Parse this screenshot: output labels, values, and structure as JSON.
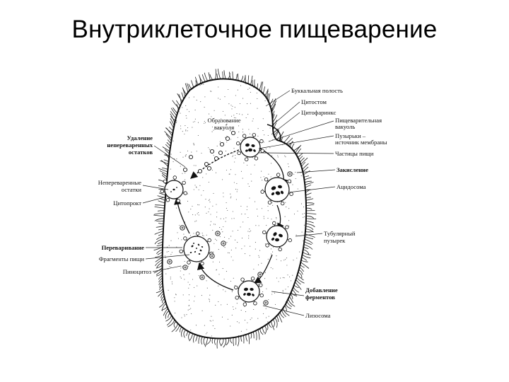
{
  "title": "Внутриклеточное пищеварение",
  "labels": {
    "buccal_cavity": "Буккальная полость",
    "cytostome": "Цитостом",
    "cytopharynx": "Цитофаринкс",
    "digestive_vacuole_1": "Пищеварительная",
    "digestive_vacuole_2": "вакуоль",
    "vesicles_1": "Пузырьки –",
    "vesicles_2": "источник мембраны",
    "food_particles": "Частицы пищи",
    "acidification": "Закисление",
    "acidosome": "Ацидосома",
    "tubular_1": "Тубулярный",
    "tubular_2": "пузырек",
    "enzymes_1": "Добавление",
    "enzymes_2": "ферментов",
    "lysosome": "Лизосома",
    "vacuole_formation_1": "Образование",
    "vacuole_formation_2": "вакуоля",
    "removal_1": "Удаление",
    "removal_2": "непереваренных",
    "removal_3": "остатков",
    "undigested_1": "Непереваренные",
    "undigested_2": "остатки",
    "cytoproct": "Цитопрокт",
    "digestion": "Переваривание",
    "food_fragments": "Фрагменты пищи",
    "pinocytosis": "Пиноцитоз"
  }
}
